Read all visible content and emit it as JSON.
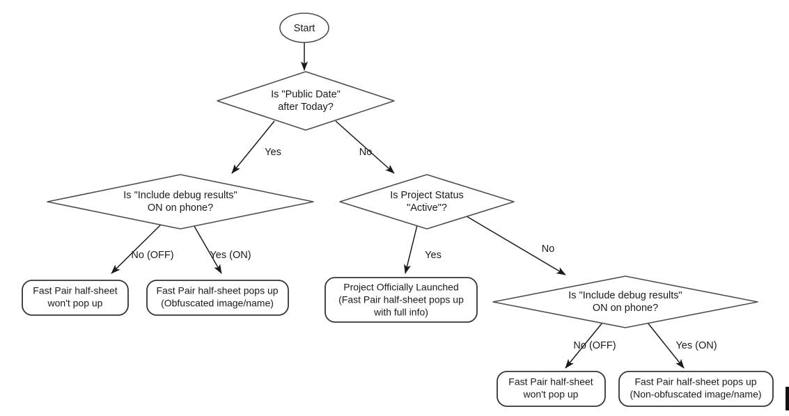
{
  "diagram": {
    "type": "flowchart",
    "title": "Fast Pair half-sheet behavior decision flow",
    "background_color": "#ffffff",
    "line_color": "#1a1a1a",
    "shape_stroke_color": "#4d4d4d",
    "shape_fill_color": "#ffffff",
    "nodes": [
      {
        "id": "start",
        "shape": "ellipse",
        "label": "Start",
        "lines": [
          "Start"
        ]
      },
      {
        "id": "public-date-decision",
        "shape": "diamond",
        "label": "Is \"Public Date\" after Today?",
        "lines": [
          "Is \"Public Date\"",
          "after Today?"
        ]
      },
      {
        "id": "debug-results-left-decision",
        "shape": "diamond",
        "label": "Is \"Include debug results\" ON on phone?",
        "lines": [
          "Is \"Include debug results\"",
          "ON on phone?"
        ]
      },
      {
        "id": "project-status-decision",
        "shape": "diamond",
        "label": "Is Project Status \"Active\"?",
        "lines": [
          "Is Project Status",
          "\"Active\"?"
        ]
      },
      {
        "id": "debug-results-right-decision",
        "shape": "diamond",
        "label": "Is \"Include debug results\" ON on phone?",
        "lines": [
          "Is \"Include debug results\"",
          "ON on phone?"
        ]
      },
      {
        "id": "no-popup-left",
        "shape": "rounded-rect",
        "label": "Fast Pair half-sheet won't pop up",
        "lines": [
          "Fast Pair half-sheet",
          "won't pop up"
        ]
      },
      {
        "id": "obfuscated-popup",
        "shape": "rounded-rect",
        "label": "Fast Pair half-sheet pops up (Obfuscated image/name)",
        "lines": [
          "Fast Pair half-sheet pops up",
          "(Obfuscated image/name)"
        ]
      },
      {
        "id": "project-launched",
        "shape": "rounded-rect",
        "label": "Project Officially Launched (Fast Pair half-sheet pops up with full info)",
        "lines": [
          "Project Officially Launched",
          "(Fast Pair half-sheet pops up",
          "with full info)"
        ]
      },
      {
        "id": "no-popup-right",
        "shape": "rounded-rect",
        "label": "Fast Pair half-sheet won't pop up",
        "lines": [
          "Fast Pair half-sheet",
          "won't pop up"
        ]
      },
      {
        "id": "non-obfuscated-popup",
        "shape": "rounded-rect",
        "label": "Fast Pair half-sheet pops up (Non-obfuscated image/name)",
        "lines": [
          "Fast Pair half-sheet pops up",
          "(Non-obfuscated image/name)"
        ]
      }
    ],
    "edges": [
      {
        "id": "e-start-public-date",
        "from": "start",
        "to": "public-date-decision",
        "label": ""
      },
      {
        "id": "e-public-date-yes",
        "from": "public-date-decision",
        "to": "debug-results-left-decision",
        "label": "Yes"
      },
      {
        "id": "e-public-date-no",
        "from": "public-date-decision",
        "to": "project-status-decision",
        "label": "No"
      },
      {
        "id": "e-debug-left-off",
        "from": "debug-results-left-decision",
        "to": "no-popup-left",
        "label": "No (OFF)"
      },
      {
        "id": "e-debug-left-on",
        "from": "debug-results-left-decision",
        "to": "obfuscated-popup",
        "label": "Yes (ON)"
      },
      {
        "id": "e-status-yes",
        "from": "project-status-decision",
        "to": "project-launched",
        "label": "Yes"
      },
      {
        "id": "e-status-no",
        "from": "project-status-decision",
        "to": "debug-results-right-decision",
        "label": "No"
      },
      {
        "id": "e-debug-right-off",
        "from": "debug-results-right-decision",
        "to": "no-popup-right",
        "label": "No (OFF)"
      },
      {
        "id": "e-debug-right-on",
        "from": "debug-results-right-decision",
        "to": "non-obfuscated-popup",
        "label": "Yes (ON)"
      }
    ]
  },
  "labels": {
    "start": "Start",
    "public_date_l1": "Is \"Public Date\"",
    "public_date_l2": "after Today?",
    "debug_left_l1": "Is \"Include debug results\"",
    "debug_left_l2": "ON on phone?",
    "status_l1": "Is Project Status",
    "status_l2": "\"Active\"?",
    "debug_right_l1": "Is \"Include debug results\"",
    "debug_right_l2": "ON on phone?",
    "no_popup_left_l1": "Fast Pair half-sheet",
    "no_popup_left_l2": "won't pop up",
    "obfuscated_l1": "Fast Pair half-sheet pops up",
    "obfuscated_l2": "(Obfuscated image/name)",
    "launched_l1": "Project Officially Launched",
    "launched_l2": "(Fast Pair half-sheet pops up",
    "launched_l3": "with full info)",
    "no_popup_right_l1": "Fast Pair half-sheet",
    "no_popup_right_l2": "won't pop up",
    "non_obfuscated_l1": "Fast Pair half-sheet pops up",
    "non_obfuscated_l2": "(Non-obfuscated image/name)",
    "edge_yes": "Yes",
    "edge_no": "No",
    "edge_no_off_left": "No (OFF)",
    "edge_yes_on_left": "Yes (ON)",
    "edge_yes_status": "Yes",
    "edge_no_status": "No",
    "edge_no_off_right": "No (OFF)",
    "edge_yes_on_right": "Yes (ON)"
  }
}
